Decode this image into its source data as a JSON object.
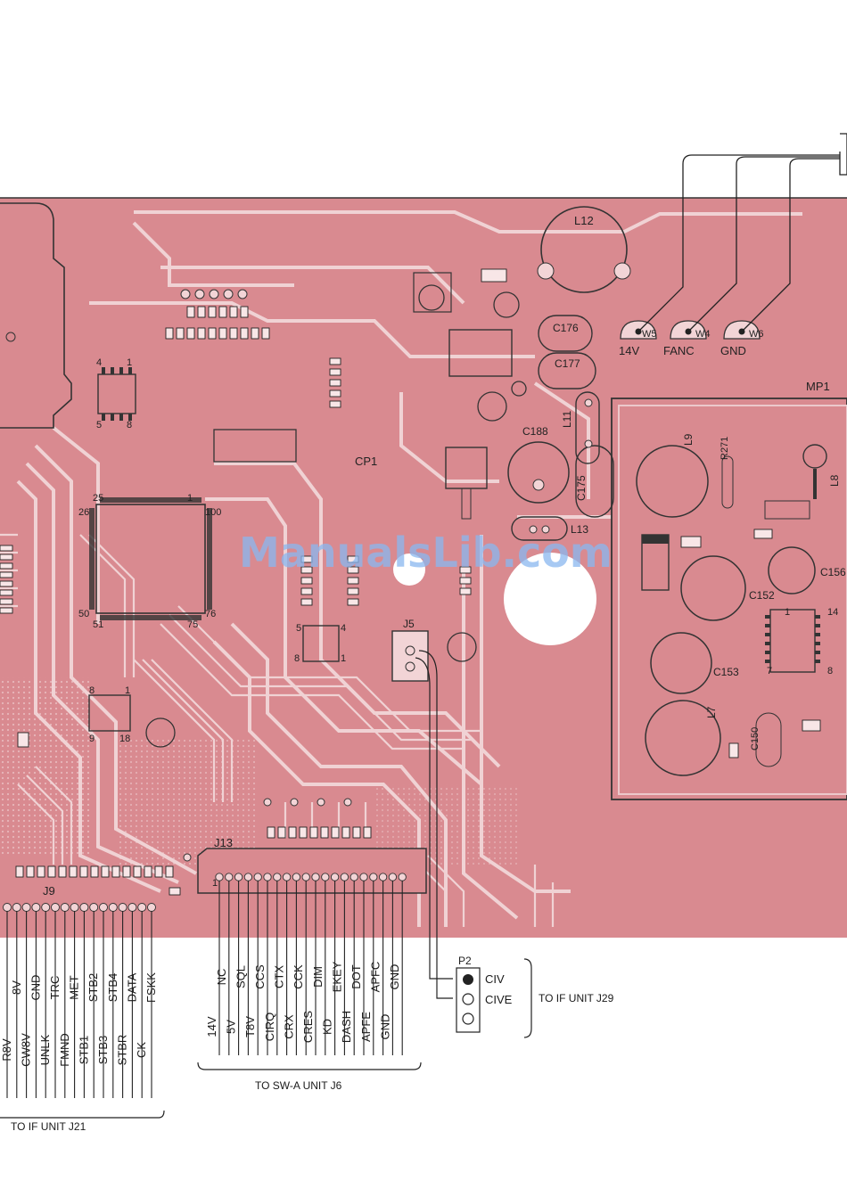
{
  "watermark": "ManualsLib.com",
  "board": {
    "refs": {
      "L12": "L12",
      "W5": "W5",
      "W4": "W4",
      "W6": "W6",
      "V14": "14V",
      "FANC": "FANC",
      "GND": "GND",
      "C176": "C176",
      "C177": "C177",
      "MP1": "MP1",
      "IC1_p4": "4",
      "IC1_p1": "1",
      "IC1_p5": "5",
      "IC1_p8": "8",
      "CP1": "CP1",
      "C188": "C188",
      "L11": "L11",
      "C175": "C175",
      "L9": "L9",
      "R271": "R271",
      "L8": "L8",
      "L13": "L13",
      "IC2_p25": "25",
      "IC2_p1": "1",
      "IC2_p26": "26",
      "IC2_p100": "100",
      "IC2_p50": "50",
      "IC2_p76": "76",
      "IC2_p51": "51",
      "IC2_p75": "75",
      "C156": "C156",
      "C152": "C152",
      "IC5_p1": "1",
      "IC5_p14": "14",
      "IC5_p7": "7",
      "IC5_p8": "8",
      "C153": "C153",
      "IC4_p5": "5",
      "IC4_p4": "4",
      "IC4_p8": "8",
      "IC4_p1": "1",
      "J5": "J5",
      "IC3_p8": "8",
      "IC3_p1": "1",
      "IC3_p9": "9",
      "IC3_p18": "18",
      "L7": "L7",
      "C150": "C150",
      "J13": "J13",
      "J13_p1": "1",
      "J9": "J9",
      "P2": "P2"
    },
    "j9_upper": [
      "R8V",
      "8V",
      "CW8V",
      "GND",
      "UNLK",
      "TRC",
      "FMND",
      "MET",
      "STB1",
      "STB2",
      "STB3",
      "STB4",
      "STBR",
      "DATA",
      "CK",
      "FSKK"
    ],
    "j9_target": "TO IF UNIT J21",
    "j13_upper": [
      "NC",
      "SQL",
      "CCS",
      "CTX",
      "CCK",
      "DIM",
      "EKEY",
      "DOT",
      "APFC",
      "GND"
    ],
    "j13_lower": [
      "14V",
      "5V",
      "T8V",
      "CIRQ",
      "CRX",
      "CRES",
      "KD",
      "DASH",
      "APFE",
      "GND"
    ],
    "j13_target": "TO SW-A UNIT J6",
    "p2_pins": [
      "CIV",
      "CIVE"
    ],
    "p2_target": "TO IF UNIT J29"
  }
}
